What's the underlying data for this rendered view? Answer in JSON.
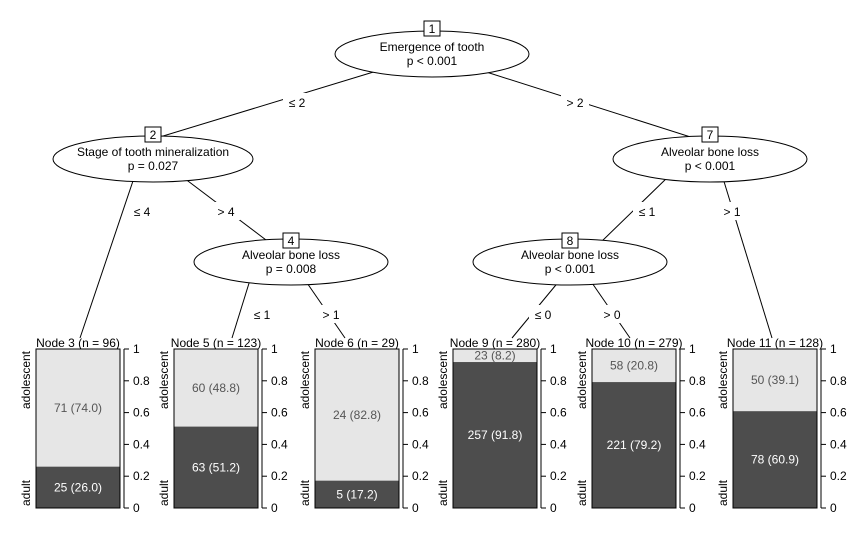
{
  "inner_nodes": [
    {
      "id": "1",
      "label": "Emergence of tooth",
      "p": "p < 0.001"
    },
    {
      "id": "2",
      "label": "Stage of tooth mineralization",
      "p": "p = 0.027"
    },
    {
      "id": "4",
      "label": "Alveolar bone loss",
      "p": "p = 0.008"
    },
    {
      "id": "7",
      "label": "Alveolar bone loss",
      "p": "p < 0.001"
    },
    {
      "id": "8",
      "label": "Alveolar bone loss",
      "p": "p < 0.001"
    }
  ],
  "edge_labels": [
    "≤ 2",
    "> 2",
    "≤ 4",
    "> 4",
    "≤ 1",
    "> 1",
    "≤ 1",
    "> 1",
    "≤ 0",
    "> 0"
  ],
  "class_labels": {
    "top": "adolescent",
    "bottom": "adult"
  },
  "axis_ticks": [
    "0",
    "0.2",
    "0.4",
    "0.6",
    "0.8",
    "1"
  ],
  "colors": {
    "adolescent": "#e6e6e6",
    "adult": "#4d4d4d",
    "line": "#000000"
  },
  "chart_data": {
    "type": "bar",
    "categories": [
      "Node 3 (n = 96)",
      "Node 5 (n = 123)",
      "Node 6 (n = 29)",
      "Node 9 (n = 280)",
      "Node 10 (n = 279)",
      "Node 11 (n = 128)"
    ],
    "series": [
      {
        "name": "adolescent",
        "values": [
          0.74,
          0.488,
          0.828,
          0.082,
          0.208,
          0.391
        ],
        "labels": [
          "71 (74.0)",
          "60 (48.8)",
          "24 (82.8)",
          "23 (8.2)",
          "58 (20.8)",
          "50 (39.1)"
        ]
      },
      {
        "name": "adult",
        "values": [
          0.26,
          0.512,
          0.172,
          0.918,
          0.792,
          0.609
        ],
        "labels": [
          "25 (26.0)",
          "63 (51.2)",
          "5 (17.2)",
          "257 (91.8)",
          "221 (79.2)",
          "78 (60.9)"
        ]
      }
    ],
    "ylim": [
      0,
      1
    ]
  }
}
